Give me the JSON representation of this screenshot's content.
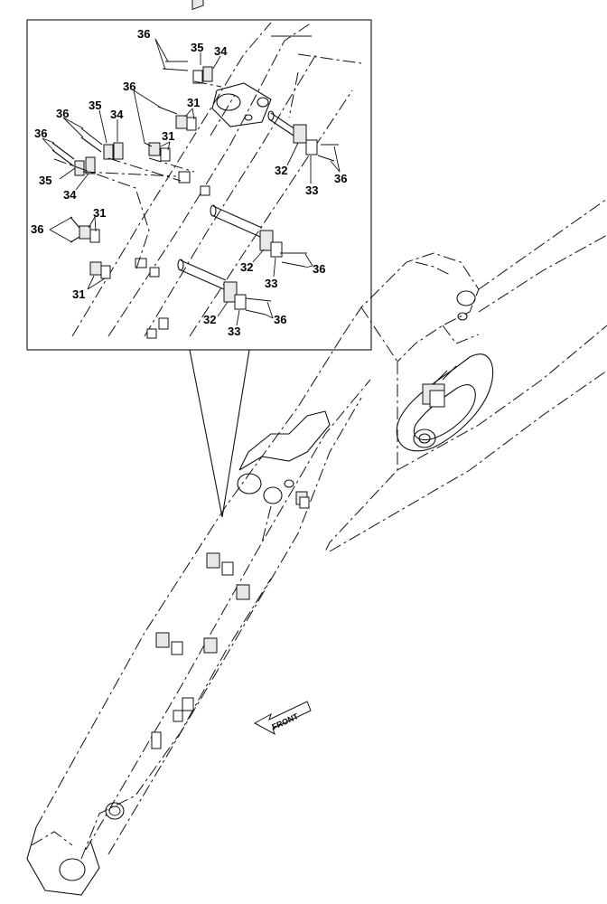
{
  "callouts": [
    {
      "id": "c36a",
      "text": "36"
    },
    {
      "id": "c35a",
      "text": "35"
    },
    {
      "id": "c34a",
      "text": "34"
    },
    {
      "id": "c36b",
      "text": "36"
    },
    {
      "id": "c31a",
      "text": "31"
    },
    {
      "id": "c36c",
      "text": "36"
    },
    {
      "id": "c35b",
      "text": "35"
    },
    {
      "id": "c34b",
      "text": "34"
    },
    {
      "id": "c31b",
      "text": "31"
    },
    {
      "id": "c36d",
      "text": "36"
    },
    {
      "id": "c35c",
      "text": "35"
    },
    {
      "id": "c34c",
      "text": "34"
    },
    {
      "id": "c36e",
      "text": "36"
    },
    {
      "id": "c31c",
      "text": "31"
    },
    {
      "id": "c31d",
      "text": "31"
    },
    {
      "id": "c32a",
      "text": "32"
    },
    {
      "id": "c33a",
      "text": "33"
    },
    {
      "id": "c36f",
      "text": "36"
    },
    {
      "id": "c32b",
      "text": "32"
    },
    {
      "id": "c33b",
      "text": "33"
    },
    {
      "id": "c36g",
      "text": "36"
    },
    {
      "id": "c32c",
      "text": "32"
    },
    {
      "id": "c33c",
      "text": "33"
    },
    {
      "id": "c36h",
      "text": "36"
    }
  ],
  "front_label": "FRONT"
}
